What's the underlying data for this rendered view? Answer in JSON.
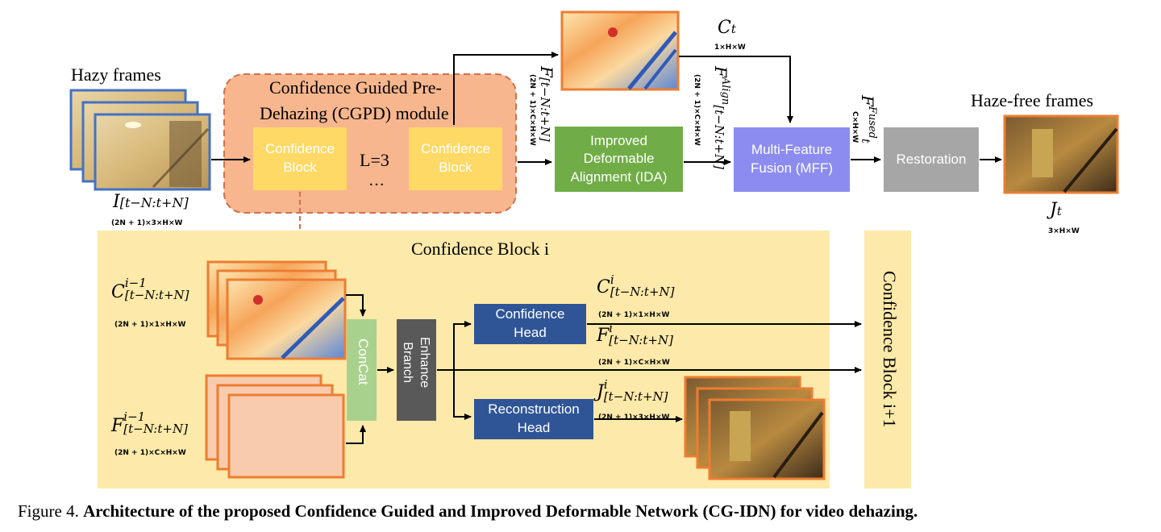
{
  "colors": {
    "cgpd_fill": "#f7b68d",
    "cgpd_border": "#d0704a",
    "conf_block_fill": "#ffd966",
    "panel_fill": "#fde9a9",
    "ida_fill": "#70ad47",
    "mff_fill": "#8c8cf0",
    "restoration_fill": "#a6a6a6",
    "concat_fill": "#a9d18e",
    "enhance_fill": "#595959",
    "head_fill": "#2f5597",
    "frame_border_blue": "#4472c4",
    "frame_border_orange": "#ed7d31",
    "feature_fill": "#f8cbad"
  },
  "top": {
    "hazy_title": "Hazy frames",
    "hazy_sym": "I",
    "hazy_sub": "[t−N:t+N]",
    "hazy_dims": "(2N + 1)×3×H×W",
    "cgpd_title_line1": "Confidence Guided Pre-",
    "cgpd_title_line2": "Dehazing (CGPD) module",
    "conf_block_a_line1": "Confidence",
    "conf_block_a_line2": "Block",
    "conf_block_b_line1": "Confidence",
    "conf_block_b_line2": "Block",
    "l_equals": "L=3",
    "ellipsis": "…",
    "feat_in_sym": "F",
    "feat_in_sub": "[t−N:t+N]",
    "feat_in_dims": "(2N + 1)×C×H×W",
    "ida_line1": "Improved",
    "ida_line2": "Deformable",
    "ida_line3": "Alignment (IDA)",
    "align_sym": "F",
    "align_sup": "Align",
    "align_sub": "[t−N:t+N]",
    "align_dims": "(2N + 1)×C×H×W",
    "ct_sym": "C",
    "ct_sub": "t",
    "ct_dims": "1×H×W",
    "mff_line1": "Multi-Feature",
    "mff_line2": "Fusion (MFF)",
    "fused_sym": "F",
    "fused_sup": "Fused",
    "fused_sub": "t",
    "fused_dims": "C×H×W",
    "restoration": "Restoration",
    "hazefree_title": "Haze-free frames",
    "out_sym": "J",
    "out_sub": "t",
    "out_dims": "3×H×W"
  },
  "panel": {
    "title": "Confidence Block i",
    "c_prev_sym": "C",
    "c_prev_sup": "i−1",
    "c_prev_sub": "[t−N:t+N]",
    "c_prev_dims": "(2N + 1)×1×H×W",
    "f_prev_sym": "F",
    "f_prev_sup": "i−1",
    "f_prev_sub": "[t−N:t+N]",
    "f_prev_dims": "(2N + 1)×C×H×W",
    "concat": "ConCat",
    "enhance_line1": "Enhance",
    "enhance_line2": "Branch",
    "conf_head_line1": "Confidence",
    "conf_head_line2": "Head",
    "recon_head_line1": "Reconstruction",
    "recon_head_line2": "Head",
    "c_out_sym": "C",
    "c_out_sup": "i",
    "c_out_sub": "[t−N:t+N]",
    "c_out_dims": "(2N + 1)×1×H×W",
    "f_out_sym": "F",
    "f_out_sup": "i",
    "f_out_sub": "[t−N:t+N]",
    "f_out_dims": "(2N + 1)×C×H×W",
    "j_out_sym": "J",
    "j_out_sup": "i",
    "j_out_sub": "[t−N:t+N]",
    "j_out_dims": "(2N + 1)×3×H×W",
    "next_block": "Confidence Block i+1"
  },
  "caption": {
    "prefix": "Figure 4.",
    "text": "Architecture of the proposed Confidence Guided and Improved Deformable Network (CG-IDN) for video dehazing."
  }
}
